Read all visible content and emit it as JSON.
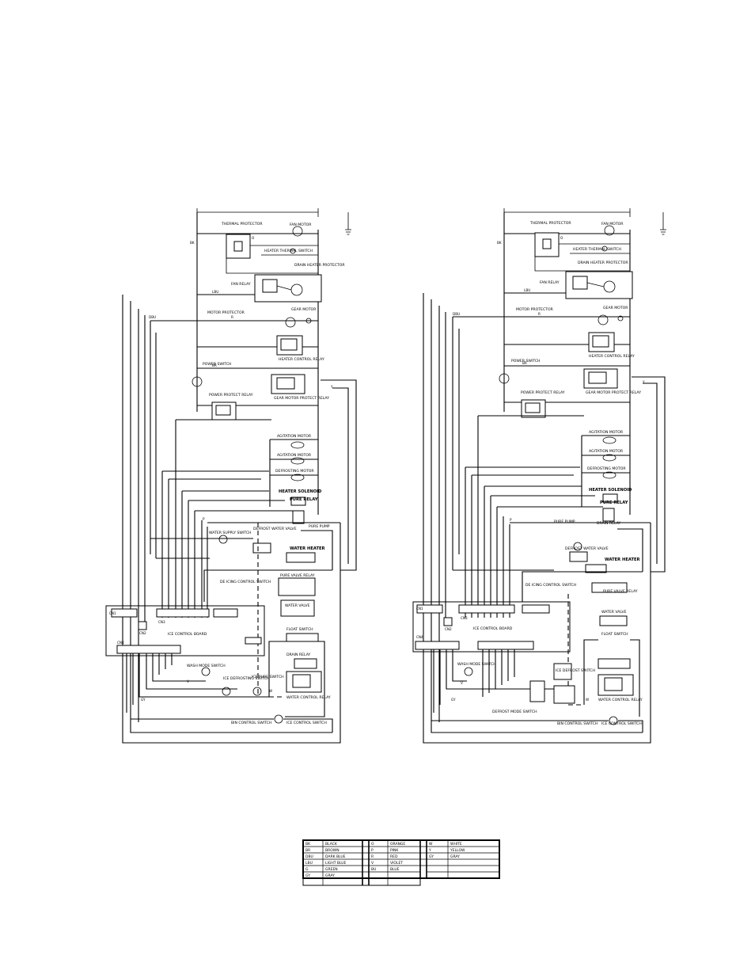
{
  "diagrams": [
    {
      "id": "left",
      "components": {
        "thermal_protector": "THERMAL PROTECTOR",
        "fan_motor": "FAN MOTOR",
        "heater_thermal_switch": "HEATER THERMAL SWITCH",
        "drain_heater_protector": "DRAIN HEATER PROTECTOR",
        "fan_relay": "FAN RELAY",
        "gear_motor": "GEAR MOTOR",
        "motor_protector": "MOTOR PROTECTOR",
        "heater_control_relay": "HEATER CONTROL RELAY",
        "power_switch": "POWER SWITCH",
        "gear_motor_protect_relay": "GEAR MOTOR PROTECT RELAY",
        "power_protect_relay": "POWER PROTECT RELAY",
        "agitation_motor": "AGITATION MOTOR",
        "agitation_motor_2": "AGITATION MOTOR",
        "defrosting_motor": "DEFROSTING MOTOR",
        "heater_solenoid": "HEATER SOLENOID",
        "pure_relay": "PURE RELAY",
        "pure_pump": "PURE PUMP",
        "water_supply_switch": "WATER SUPPLY SWITCH",
        "defrost_water_valve": "DEFROST WATER VALVE",
        "water_heater": "WATER HEATER",
        "defrosting_control": "DE ICING CONTROL SWITCH",
        "pure_valve_relay": "PURE VALVE RELAY",
        "water_valve": "WATER VALVE",
        "control_panel": "ICE CONTROL BOARD",
        "drain_relay": "DRAIN RELAY",
        "float_switch": "FLOAT SWITCH",
        "wash_mode_switch": "WASH MODE SWITCH",
        "ice_defrosting_switch": "ICE DEFROSTING SWITCH",
        "ice_pure_switch": "ICE PURE SWITCH",
        "water_control_relay": "WATER CONTROL RELAY",
        "bin_control_switch": "BIN CONTROL SWITCH",
        "ice_control_switch": "ICE CONTROL SWITCH"
      },
      "wire_labels": [
        "BK",
        "O",
        "R",
        "LBU",
        "DBU",
        "GY",
        "V",
        "W",
        "BR",
        "P",
        "Y"
      ],
      "connectors": [
        "CN1",
        "CN2",
        "CN3",
        "CN4"
      ]
    },
    {
      "id": "right",
      "components": {
        "thermal_protector": "THERMAL PROTECTOR",
        "fan_motor": "FAN MOTOR",
        "heater_thermal_switch": "HEATER THERMAL SWITCH",
        "drain_heater_protector": "DRAIN HEATER PROTECTOR",
        "fan_relay": "FAN RELAY",
        "gear_motor": "GEAR MOTOR",
        "motor_protector": "MOTOR PROTECTOR",
        "heater_control_relay": "HEATER CONTROL RELAY",
        "power_switch": "POWER SWITCH",
        "gear_motor_protect_relay": "GEAR MOTOR PROTECT RELAY",
        "power_protect_relay": "POWER PROTECT RELAY",
        "agitation_motor": "AGITATION MOTOR",
        "agitation_motor_2": "AGITATION MOTOR",
        "defrosting_motor": "DEFROSTING MOTOR",
        "heater_solenoid": "HEATER SOLENOID",
        "pure_relay": "PURE RELAY",
        "pure_pump": "PURE PUMP",
        "drain_relay": "DRAIN RELAY",
        "defrost_water_valve": "DEFROST WATER VALVE",
        "water_heater": "WATER HEATER",
        "defrosting_control": "DE ICING CONTROL SWITCH",
        "pure_valve_relay": "PURE VALVE RELAY",
        "water_valve": "WATER VALVE",
        "control_panel": "ICE CONTROL BOARD",
        "float_switch": "FLOAT SWITCH",
        "wash_mode_switch": "WASH MODE SWITCH",
        "ice_defrost_switch": "ICE DEFROST SWITCH",
        "defrost_mode_switch": "DEFROST MODE SWITCH",
        "water_control_relay": "WATER CONTROL RELAY",
        "bin_control_switch": "BIN CONTROL SWITCH",
        "ice_control_switch": "ICE CONTROL SWITCH"
      },
      "wire_labels": [
        "BK",
        "O",
        "R",
        "LBU",
        "DBU",
        "GY",
        "V",
        "W",
        "BR",
        "P",
        "Y"
      ],
      "connectors": [
        "CN1",
        "CN2",
        "CN3",
        "CN4"
      ]
    }
  ],
  "legend": {
    "rows": [
      [
        "BK",
        "BLACK",
        "O",
        "ORANGE",
        "W",
        "WHITE"
      ],
      [
        "BR",
        "BROWN",
        "P",
        "PINK",
        "Y",
        "YELLOW"
      ],
      [
        "DBU",
        "DARK BLUE",
        "R",
        "RED",
        "GY",
        "GRAY"
      ],
      [
        "LBU",
        "LIGHT BLUE",
        "V",
        "VIOLET",
        "",
        ""
      ],
      [
        "G",
        "GREEN",
        "BU",
        "BLUE",
        "",
        ""
      ],
      [
        "GY",
        "GRAY",
        "",
        "",
        "",
        ""
      ]
    ]
  },
  "colors": {
    "line": "#000000",
    "background": "#ffffff"
  }
}
